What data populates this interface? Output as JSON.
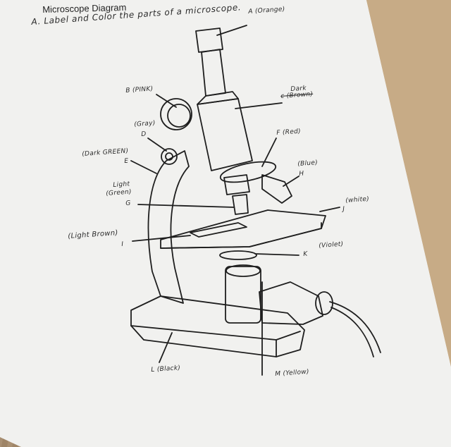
{
  "sheet": {
    "title": "Microscope Diagram",
    "instruction": "A. Label and Color the parts of a microscope."
  },
  "labels": {
    "a": "A (Orange)",
    "b": "B (PINK)",
    "c_dark": "Dark",
    "c": "c (Brown)",
    "d_color": "(Gray)",
    "d": "D",
    "e_color": "(Dark GREEN)",
    "e": "E",
    "f": "F (Red)",
    "h_color": "(Blue)",
    "h": "H",
    "g_color1": "Light",
    "g_color2": "(Green)",
    "g": "G",
    "j_color": "(white)",
    "j": "J",
    "i_color": "(Light Brown)",
    "i": "I",
    "k": "K",
    "k_color": "(Violet)",
    "l": "L (Black)",
    "m": "M (Yellow)"
  },
  "colors": {
    "paper": "#f2f2f0",
    "ink": "#1e1e1e",
    "desk": "#b89c78"
  }
}
